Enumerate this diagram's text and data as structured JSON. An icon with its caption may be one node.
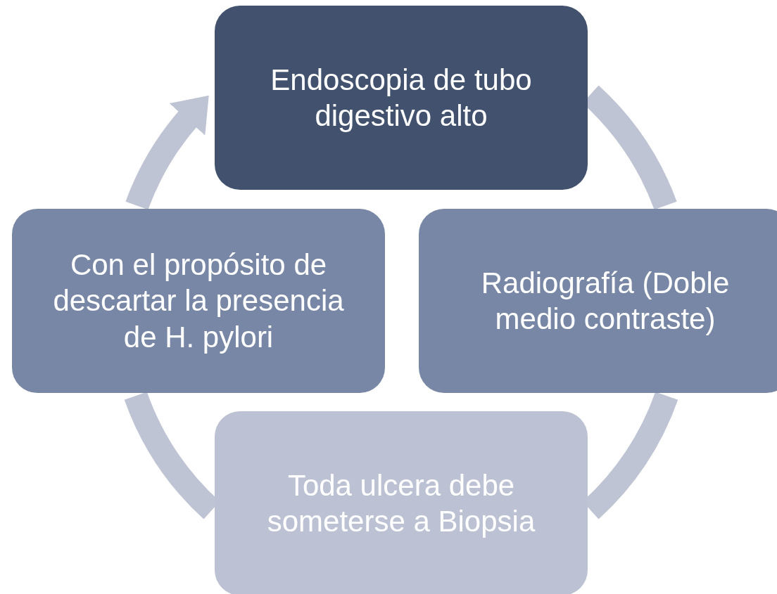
{
  "diagram": {
    "nodes": [
      {
        "text": [
          "Endoscopia de tubo digestivo alto"
        ]
      },
      {
        "text": [
          "Radiografía (Doble medio contraste)"
        ]
      },
      {
        "text": [
          "Toda ulcera debe someterse a Biopsia"
        ]
      },
      {
        "text": [
          "Con el propósito de descartar la presencia de H. pylori"
        ]
      }
    ],
    "edges": [
      {
        "from": 0,
        "to": 1,
        "arrow": "none"
      },
      {
        "from": 1,
        "to": 2,
        "arrow": "none"
      },
      {
        "from": 2,
        "to": 3,
        "arrow": "none"
      },
      {
        "from": 3,
        "to": 0,
        "arrow": "to"
      }
    ]
  }
}
